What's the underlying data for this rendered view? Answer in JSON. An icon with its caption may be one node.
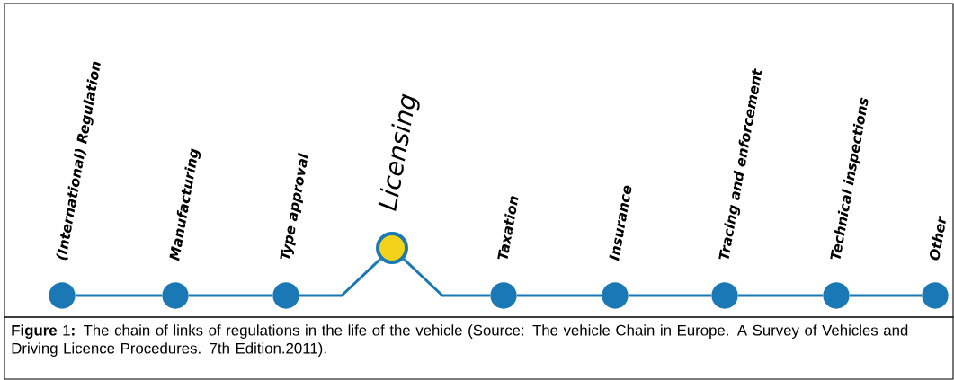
{
  "diagram": {
    "nodes": [
      {
        "text": [
          "(International) Regulation"
        ]
      },
      {
        "text": [
          "Manufacturing"
        ]
      },
      {
        "text": [
          "Type approval"
        ]
      },
      {
        "text": [
          "Licensing"
        ]
      },
      {
        "text": [
          "Taxation"
        ]
      },
      {
        "text": [
          "Insurance"
        ]
      },
      {
        "text": [
          "Tracing and enforcement"
        ]
      },
      {
        "text": [
          "Technical inspections"
        ]
      },
      {
        "text": [
          "Other"
        ]
      }
    ],
    "edges": [
      {
        "from": 0,
        "to": 1,
        "arrow": "none"
      },
      {
        "from": 1,
        "to": 2,
        "arrow": "none"
      },
      {
        "from": 2,
        "to": 3,
        "arrow": "none"
      },
      {
        "from": 3,
        "to": 4,
        "arrow": "none"
      },
      {
        "from": 4,
        "to": 5,
        "arrow": "none"
      },
      {
        "from": 5,
        "to": 6,
        "arrow": "none"
      },
      {
        "from": 6,
        "to": 7,
        "arrow": "none"
      },
      {
        "from": 7,
        "to": 8,
        "arrow": "none"
      }
    ],
    "caption": "**Figure** 1**:** The chain of links of regulations in the life of the vehicle (Source: The vehicle Chain in Europe. A Survey of Vehicles and Driving Licence Procedures. 7th Edition.2011)."
  }
}
